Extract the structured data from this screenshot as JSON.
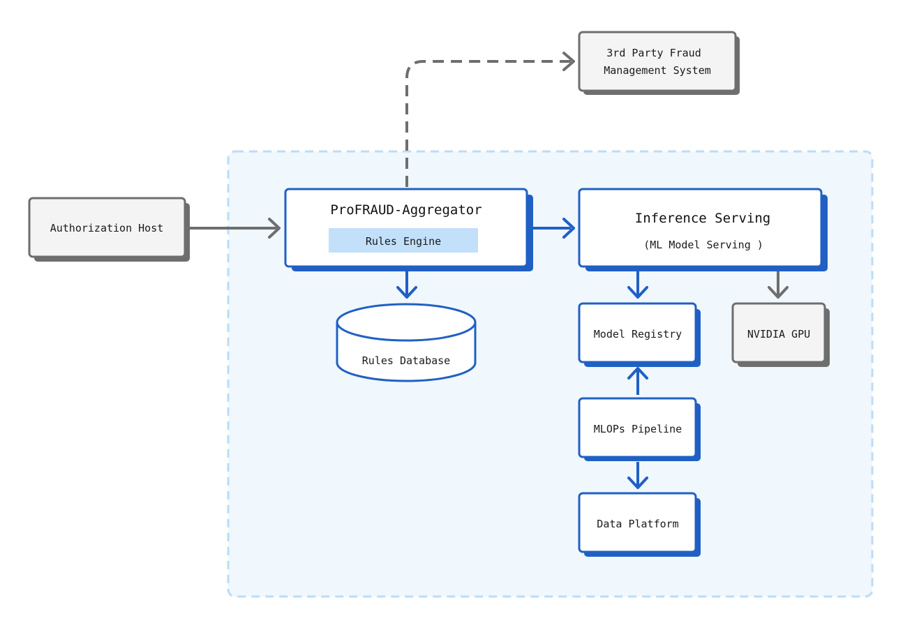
{
  "colors": {
    "blue": "#2060c4",
    "blue_light": "#c2e0fa",
    "zone_fill": "#f0f7fd",
    "zone_border": "#bcdcf6",
    "gray": "#6e6e6e",
    "gray_fill": "#f4f4f4",
    "text": "#1a1a1a"
  },
  "nodes": {
    "third_party": {
      "line1": "3rd Party Fraud",
      "line2": "Management System"
    },
    "authorization_host": {
      "label": "Authorization Host"
    },
    "aggregator": {
      "title": "ProFRAUD-Aggregator",
      "rules_engine": "Rules Engine"
    },
    "inference": {
      "title": "Inference Serving",
      "subtitle": "(ML Model Serving )"
    },
    "rules_database": {
      "label": "Rules Database"
    },
    "model_registry": {
      "label": "Model Registry"
    },
    "nvidia_gpu": {
      "label": "NVIDIA GPU"
    },
    "mlops_pipeline": {
      "label": "MLOPs Pipeline"
    },
    "data_platform": {
      "label": "Data Platform"
    }
  }
}
